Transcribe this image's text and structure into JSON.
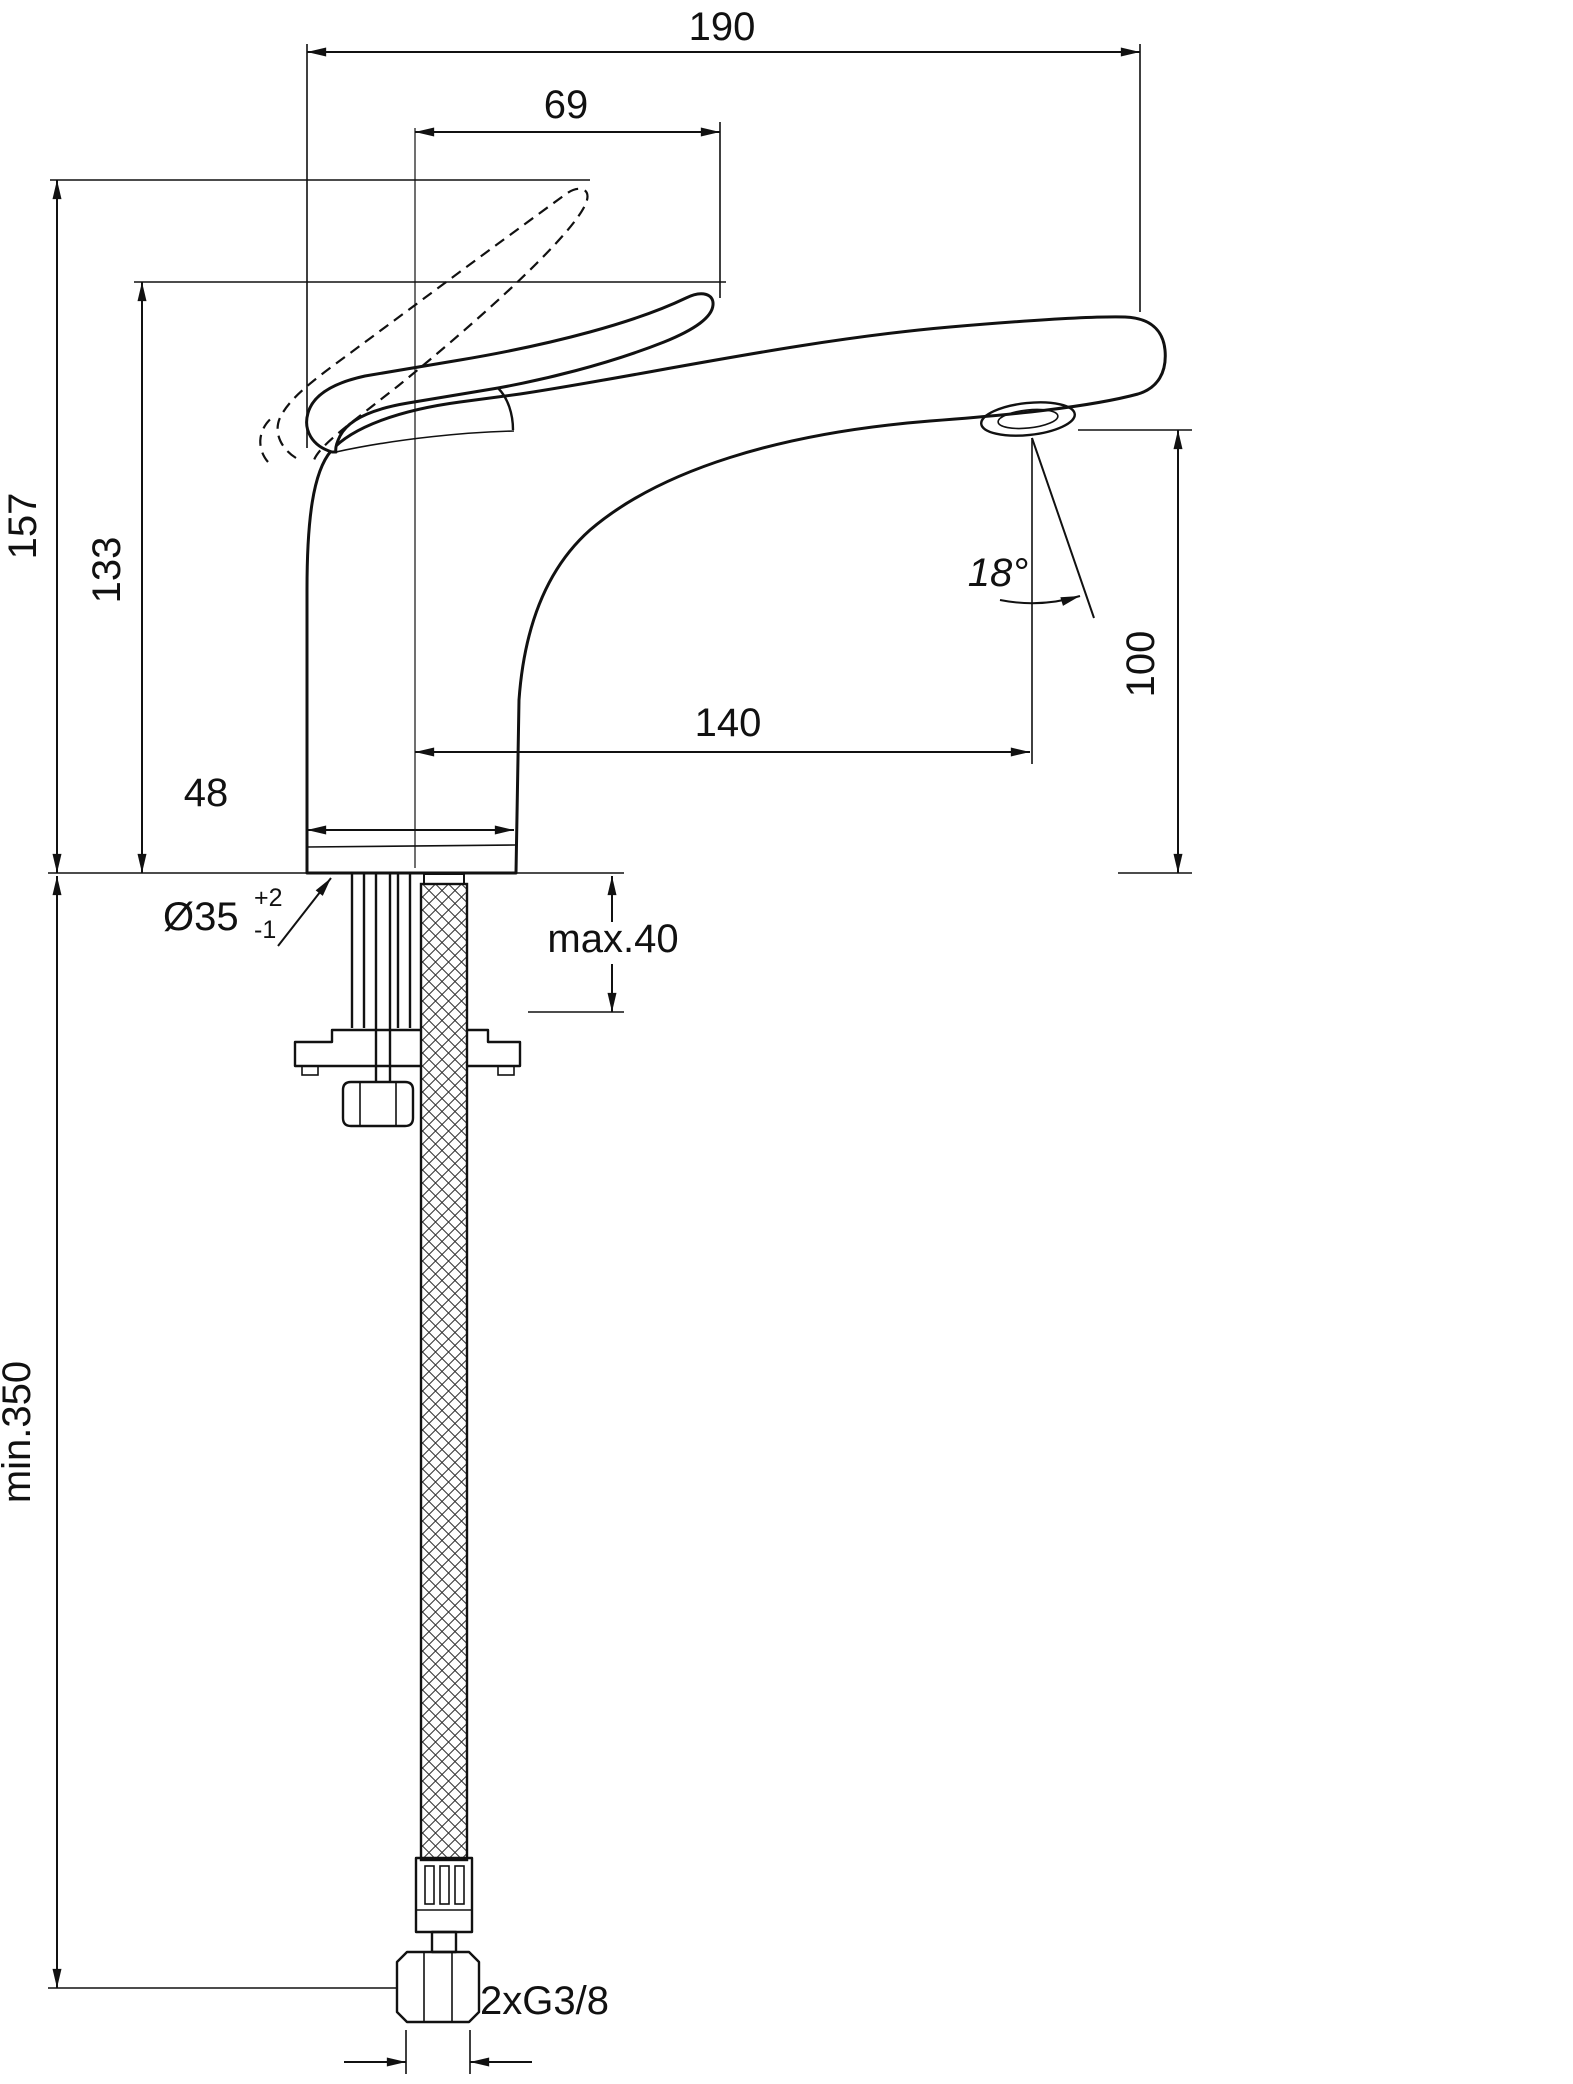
{
  "colors": {
    "line": "#111111",
    "background": "#ffffff"
  },
  "dims": {
    "overall_width": "190",
    "handle_reach": "69",
    "height_total": "157",
    "height_handle": "133",
    "angle": "18°",
    "outlet_height": "100",
    "spout_reach": "140",
    "base_width": "48",
    "hole_dia": "Ø35",
    "hole_tol_plus": "+2",
    "hole_tol_minus": "-1",
    "max_deck": "max.40",
    "min_hose": "min.350",
    "thread": "2xG3/8"
  }
}
